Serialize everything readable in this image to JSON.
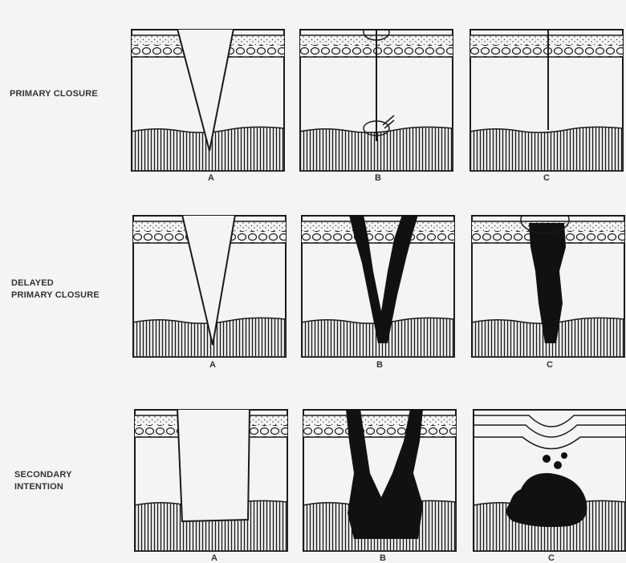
{
  "rows": [
    {
      "label": "PRIMARY CLOSURE",
      "panel_labels": [
        "A",
        "B",
        "C"
      ]
    },
    {
      "label_line1": "DELAYED",
      "label_line2": "PRIMARY CLOSURE",
      "panel_labels": [
        "A",
        "B",
        "C"
      ]
    },
    {
      "label_line1": "SECONDARY",
      "label_line2": "INTENTION",
      "panel_labels": [
        "A",
        "B",
        "C"
      ]
    }
  ],
  "colors": {
    "ink": "#1a1a1a",
    "paper": "#f4f4f2",
    "granulation": "#111111"
  }
}
